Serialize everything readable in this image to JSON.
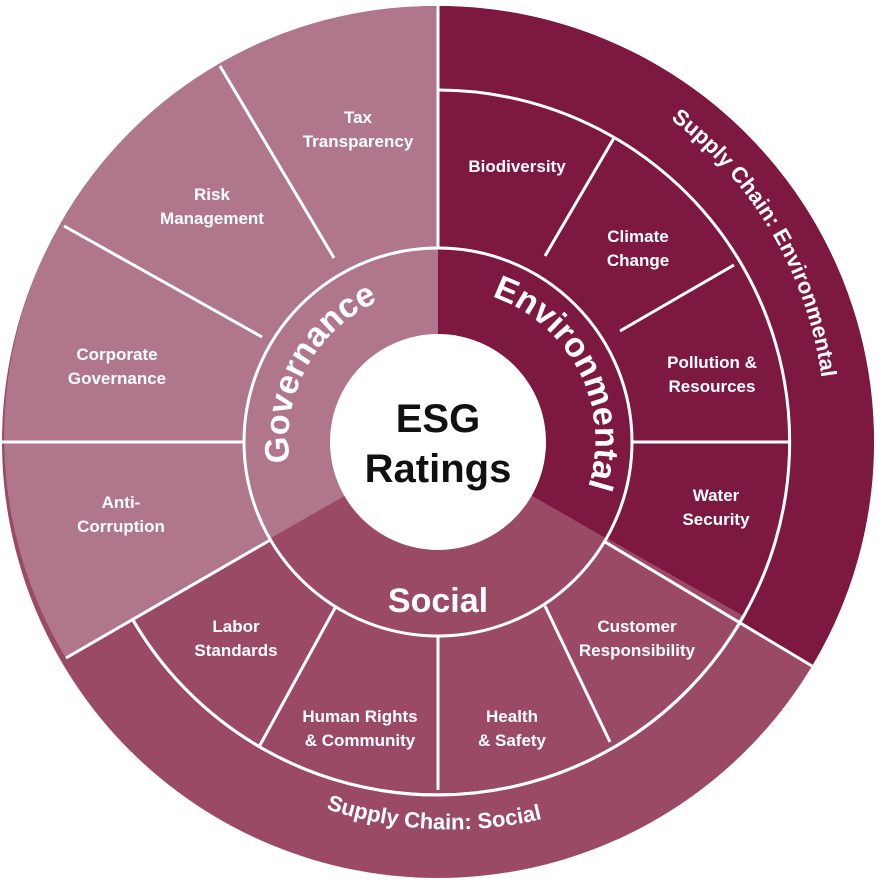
{
  "colors": {
    "governance": "#b0768b",
    "environmental": "#7d1840",
    "social": "#9b4a66",
    "center": "#ffffff",
    "center_text": "#111111",
    "separator": "#ffffff"
  },
  "center": {
    "line1": "ESG",
    "line2": "Ratings"
  },
  "pillars": {
    "governance": "Governance",
    "environmental": "Environmental",
    "social": "Social"
  },
  "outer_ring": {
    "environmental": "Supply Chain: Environmental",
    "social": "Supply Chain: Social"
  },
  "governance_items": [
    {
      "line1": "Tax",
      "line2": "Transparency"
    },
    {
      "line1": "Risk",
      "line2": "Management"
    },
    {
      "line1": "Corporate",
      "line2": "Governance"
    },
    {
      "line1": "Anti-",
      "line2": "Corruption"
    }
  ],
  "environmental_items": [
    {
      "line1": "Biodiversity",
      "line2": ""
    },
    {
      "line1": "Climate",
      "line2": "Change"
    },
    {
      "line1": "Pollution &",
      "line2": "Resources"
    },
    {
      "line1": "Water",
      "line2": "Security"
    }
  ],
  "social_items": [
    {
      "line1": "Labor",
      "line2": "Standards"
    },
    {
      "line1": "Human Rights",
      "line2": "& Community"
    },
    {
      "line1": "Health",
      "line2": "& Safety"
    },
    {
      "line1": "Customer",
      "line2": "Responsibility"
    }
  ]
}
